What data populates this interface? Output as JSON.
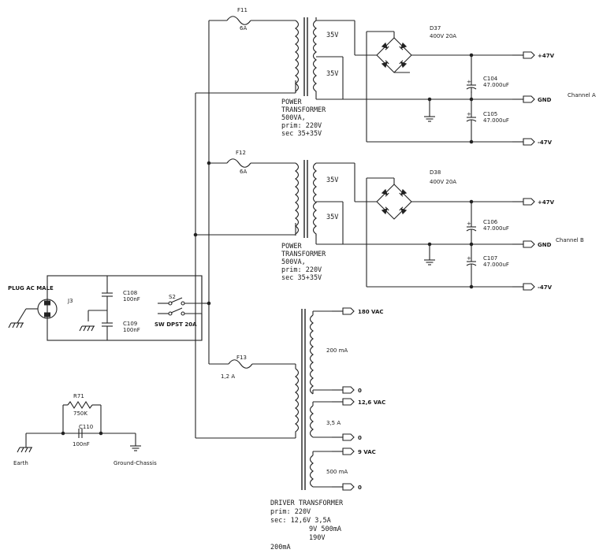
{
  "plug": {
    "label": "PLUG AC MALE",
    "ref": "J3"
  },
  "caps": {
    "c108": {
      "ref": "C108",
      "value": "100nF"
    },
    "c109": {
      "ref": "C109",
      "value": "100nF"
    },
    "c104": {
      "ref": "C104",
      "value": "47.000uF"
    },
    "c105": {
      "ref": "C105",
      "value": "47.000uF"
    },
    "c106": {
      "ref": "C106",
      "value": "47.000uF"
    },
    "c107": {
      "ref": "C107",
      "value": "47.000uF"
    },
    "c110": {
      "ref": "C110",
      "value": "100nF"
    }
  },
  "switch": {
    "ref": "S2",
    "label": "SW DPST 20A"
  },
  "fuses": {
    "f11": {
      "ref": "F11",
      "value": "6A"
    },
    "f12": {
      "ref": "F12",
      "value": "6A"
    },
    "f13": {
      "ref": "F13",
      "value": "1,2 A"
    }
  },
  "transformer_a": {
    "sec_upper": "35V",
    "sec_lower": "35V",
    "desc": [
      "POWER",
      "TRANSFORMER",
      "500VA,",
      "prim: 220V",
      "sec 35+35V"
    ]
  },
  "transformer_b": {
    "sec_upper": "35V",
    "sec_lower": "35V",
    "desc": [
      "POWER",
      "TRANSFORMER",
      "500VA,",
      "prim: 220V",
      "sec 35+35V"
    ]
  },
  "bridges": {
    "d37": {
      "ref": "D37",
      "value": "400V 20A"
    },
    "d38": {
      "ref": "D38",
      "value": "400V 20A"
    }
  },
  "outputs_a": {
    "pos": "+47V",
    "gnd": "GND",
    "neg": "-47V",
    "channel": "Channel A"
  },
  "outputs_b": {
    "pos": "+47V",
    "gnd": "GND",
    "neg": "-47V",
    "channel": "Channel B"
  },
  "driver": {
    "out_180": "180 VAC",
    "cur_200": "200 mA",
    "zero1": "0",
    "out_126": "12,6 VAC",
    "cur_35": "3,5 A",
    "zero2": "0",
    "out_9": "9 VAC",
    "cur_500": "500 mA",
    "zero3": "0",
    "desc": [
      "DRIVER TRANSFORMER",
      "prim: 220V",
      "sec:  12,6V 3,5A",
      "9V 500mA",
      "190V",
      "200mA"
    ]
  },
  "earth": {
    "r71": "R71",
    "r71_value": "750K",
    "c110": "C110",
    "c110_value": "100nF",
    "earth_label": "Earth",
    "chassis_label": "Ground-Chassis"
  }
}
